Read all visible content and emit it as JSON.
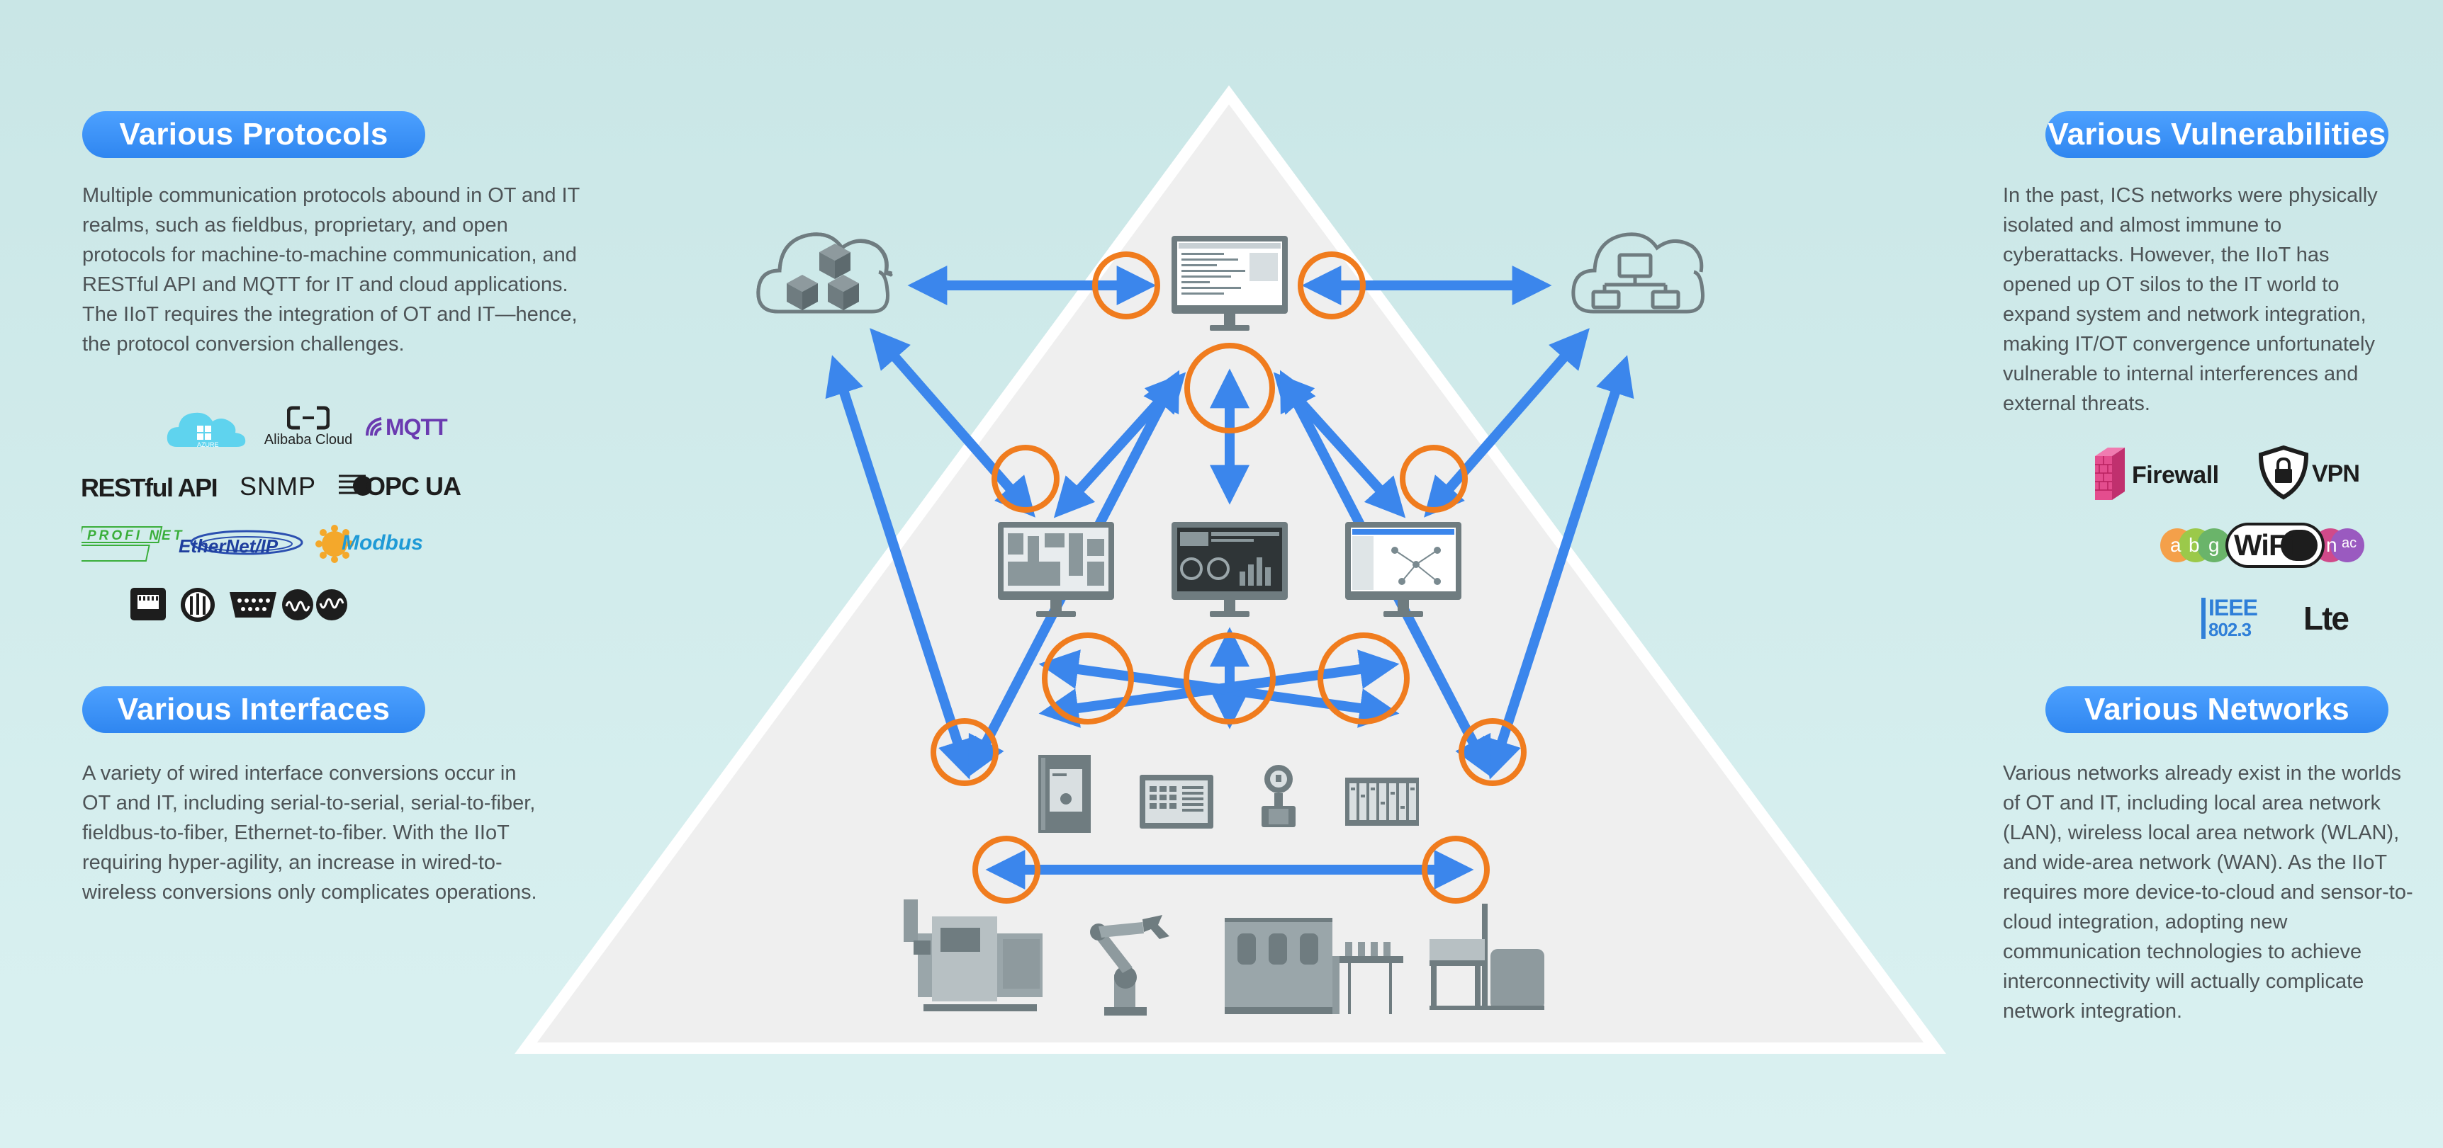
{
  "protocols": {
    "title": "Various Protocols",
    "text": "Multiple communication protocols abound in OT and IT realms, such as fieldbus, proprietary, and open protocols for machine-to-machine communication, and RESTful API and MQTT for IT and cloud applications. The IIoT requires the integration of OT and IT—hence, the protocol conversion challenges.",
    "logos": {
      "azure": "AZURE",
      "alibaba": "Alibaba Cloud",
      "mqtt": "MQTT",
      "restful": "RESTful API",
      "snmp": "SNMP",
      "opcua": "OPC UA",
      "profinet": "PROFI NET",
      "ethernetip": "EtherNet/IP",
      "modbus": "Modbus"
    }
  },
  "interfaces": {
    "title": "Various Interfaces",
    "text": "A variety of wired interface conversions occur in OT and IT, including serial-to-serial, serial-to-fiber, fieldbus-to-fiber, Ethernet-to-fiber. With the IIoT requiring hyper-agility, an increase in wired-to-wireless conversions only complicates operations."
  },
  "vulnerabilities": {
    "title": "Various Vulnerabilities",
    "text": "In the past, ICS networks were physically isolated and almost immune to cyberattacks. However, the IIoT has opened up OT silos to the IT world to expand system and network integration, making IT/OT convergence unfortunately vulnerable to internal interferences and external threats.",
    "logos": {
      "firewall": "Firewall",
      "vpn": "VPN",
      "wifi": "WiFi",
      "wifi_letters": [
        "a",
        "b",
        "g",
        "n",
        "ac"
      ],
      "ieee": "IEEE",
      "ieee_num": "802.3",
      "lte": "Lte"
    }
  },
  "networks": {
    "title": "Various Networks",
    "text": "Various networks already exist in the worlds of OT and IT, including local area network (LAN), wireless local area network (WLAN), and wide-area network (WAN). As the IIoT requires more device-to-cloud and sensor-to-cloud integration, adopting new communication technologies to achieve interconnectivity will actually complicate network integration."
  },
  "colors": {
    "accent_blue": "#3d8cf2",
    "arrow_blue": "#3b86ec",
    "ring_orange": "#f07c1e",
    "icon_gray": "#6f7c80",
    "triangle_fill": "#efefef"
  }
}
